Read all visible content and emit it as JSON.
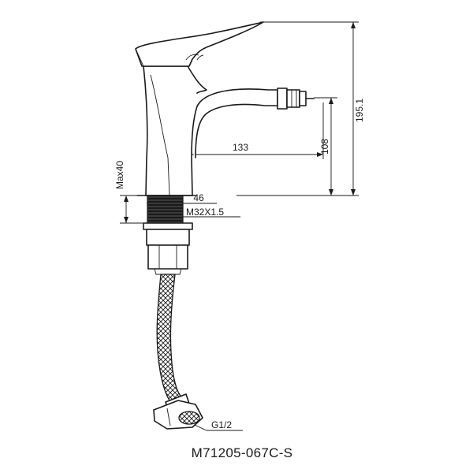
{
  "dimensions": {
    "height_total": "195.1",
    "height_spout": "108",
    "spout_reach": "133",
    "deck_thickness": "Max40",
    "base_diameter": "46",
    "thread": "M32X1.5",
    "hose_connection": "G1/2"
  },
  "model_number": "M71205-067C-S",
  "colors": {
    "line": "#1a1a1a",
    "background": "#ffffff"
  }
}
